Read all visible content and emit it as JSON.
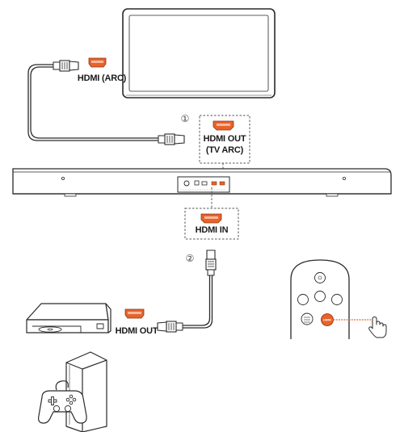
{
  "labels": {
    "tv_port": "HDMI (ARC)",
    "soundbar_out_line1": "HDMI OUT",
    "soundbar_out_line2": "(TV ARC)",
    "soundbar_in": "HDMI IN",
    "player_out": "HDMI OUT"
  },
  "steps": {
    "one": "①",
    "two": "②"
  },
  "remote": {
    "button_text": "HDMI"
  },
  "icons": [
    "tv-icon",
    "soundbar-icon",
    "hdmi-port-icon",
    "hdmi-plug-icon",
    "blu-ray-player-icon",
    "game-console-icon",
    "gamepad-icon",
    "remote-control-icon",
    "hand-pointer-icon"
  ],
  "colors": {
    "hdmi_port": "#e8622a",
    "line": "#2a2a2a",
    "accent_button": "#e8622a"
  }
}
